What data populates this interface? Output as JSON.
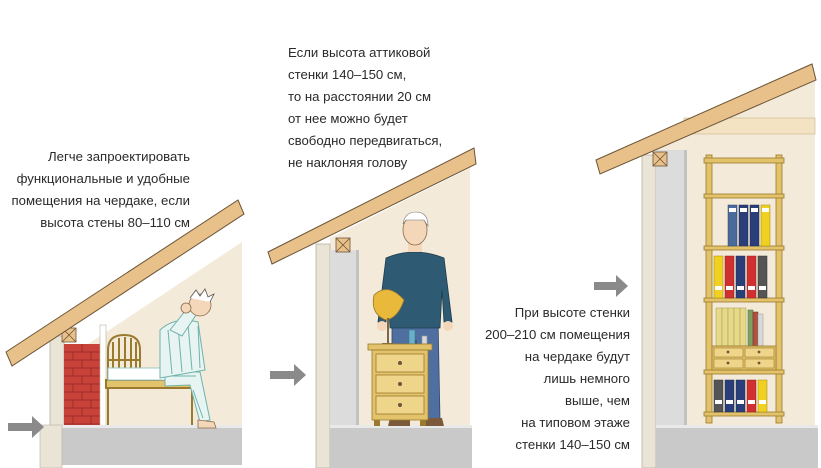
{
  "panels": [
    {
      "id": "low-wall",
      "caption": "Легче запроектировать\nфункциональные и удобные\nпомещения на чердаке, если\nвысота стены 80–110 см"
    },
    {
      "id": "mid-wall",
      "caption": "Если высота аттиковой\nстенки 140–150 см,\nто на расстоянии 20 см\nот нее можно будет\nсвободно передвигаться,\nне  наклоняя голову"
    },
    {
      "id": "high-wall",
      "caption": "При высоте стенки\n200–210 см помещения\nна чердаке будут\nлишь немного\nвыше, чем\nна  типовом этаже\nстенки 140–150 см"
    }
  ],
  "icons": [
    "arrow-right-icon",
    "person-sitting-on-bed-icon",
    "person-standing-icon",
    "table-lamp-icon",
    "nightstand-icon",
    "bookshelf-icon",
    "bed-icon"
  ],
  "colors": {
    "roof": "#e8c089",
    "roof_stroke": "#6b5437",
    "room_fill": "#f3ead9",
    "wall_grey": "#dcdcdc",
    "floor_grey": "#c9c9c9",
    "brick": "#c9423a",
    "arrow": "#8a8a8a",
    "wood": "#e2c26a",
    "sweater": "#2f5a73",
    "jeans": "#4f6fa0"
  }
}
